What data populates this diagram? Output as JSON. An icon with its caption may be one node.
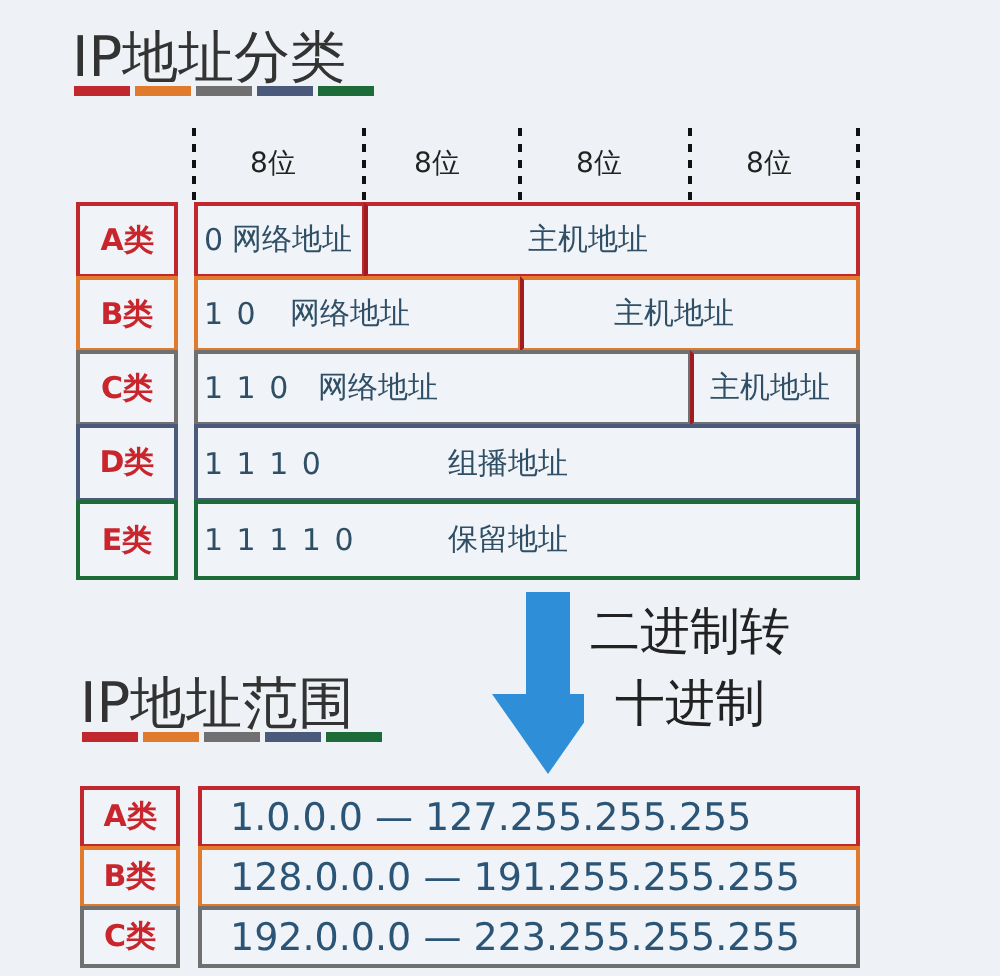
{
  "diagram": {
    "title": "IP地址分类",
    "nodes": [
      {
        "text": [
          "A类"
        ]
      },
      {
        "text": [
          "0",
          "网络地址"
        ]
      },
      {
        "text": [
          "主机地址"
        ]
      },
      {
        "text": [
          "B类"
        ]
      },
      {
        "text": [
          "1 0",
          "网络地址"
        ]
      },
      {
        "text": [
          "主机地址"
        ]
      },
      {
        "text": [
          "C类"
        ]
      },
      {
        "text": [
          "1 1 0",
          "网络地址"
        ]
      },
      {
        "text": [
          "主机地址"
        ]
      },
      {
        "text": [
          "D类"
        ]
      },
      {
        "text": [
          "1 1 1 0",
          "组播地址"
        ]
      },
      {
        "text": [
          "E类"
        ]
      },
      {
        "text": [
          "1 1 1 1 0",
          "保留地址"
        ]
      },
      {
        "text": [
          "A类"
        ]
      },
      {
        "text": [
          "1.0.0.0 — 127.255.255.255"
        ]
      },
      {
        "text": [
          "B类"
        ]
      },
      {
        "text": [
          "128.0.0.0 — 191.255.255.255"
        ]
      },
      {
        "text": [
          "C类"
        ]
      },
      {
        "text": [
          "192.0.0.0 — 223.255.255.255"
        ]
      }
    ],
    "edges": [
      {
        "from": 12,
        "to": 14,
        "arrow": "to",
        "label": "二进制转十进制",
        "color": "#2e8fd8"
      }
    ],
    "labels": [
      "8位",
      "8位",
      "8位",
      "8位",
      "IP地址范围"
    ]
  }
}
